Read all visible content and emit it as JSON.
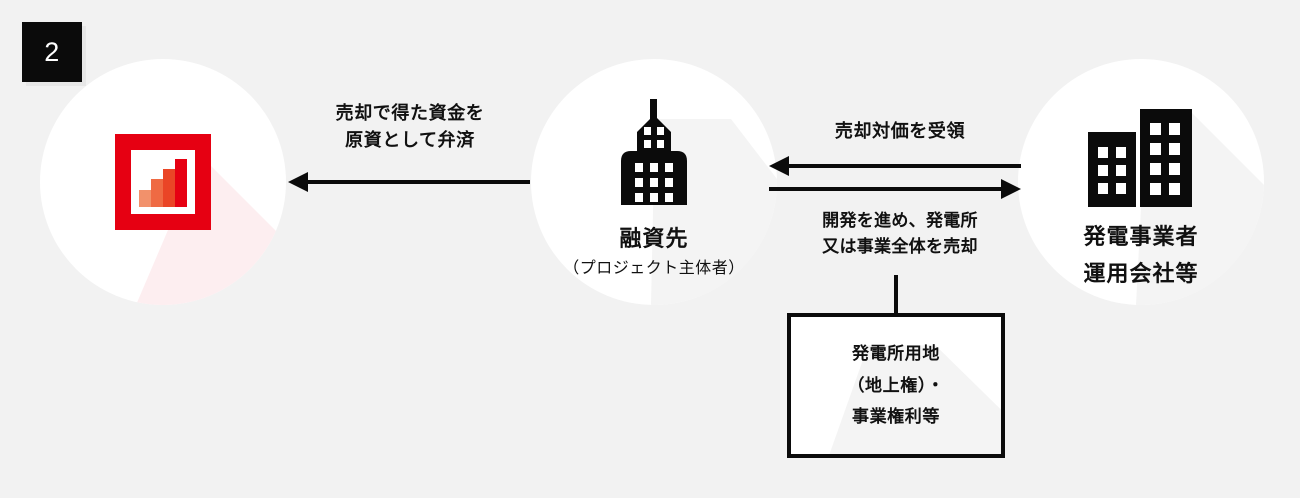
{
  "page": {
    "background_color": "#f2f2f2",
    "accent_color": "#E60012",
    "ink_color": "#0b0b0b"
  },
  "badge": {
    "number": "2"
  },
  "nodes": [
    {
      "id": "lender-funding",
      "icon": "bar-chart-icon",
      "title": "",
      "sub": ""
    },
    {
      "id": "borrower",
      "icon": "tower-building-icon",
      "title": "融資先",
      "sub": "（プロジェクト主体者）"
    },
    {
      "id": "power-operator",
      "icon": "two-buildings-icon",
      "title_line1": "発電事業者",
      "title_line2": "運用会社等"
    }
  ],
  "captions": {
    "repayment": {
      "line1": "売却で得た資金を",
      "line2": "原資として弁済"
    },
    "sale_proceeds": {
      "line1": "売却対価を受領"
    },
    "development_sale": {
      "line1": "開発を進め、発電所",
      "line2": "又は事業全体を売却"
    }
  },
  "asset_box": {
    "line1": "発電所用地",
    "line2": "（地上権）・",
    "line3": "事業権利等"
  },
  "chart_icon": {
    "bars": [
      {
        "height_pct": 35,
        "color": "#F2916B"
      },
      {
        "height_pct": 58,
        "color": "#EF6A43"
      },
      {
        "height_pct": 80,
        "color": "#EA4526"
      },
      {
        "height_pct": 100,
        "color": "#E60012"
      }
    ]
  }
}
